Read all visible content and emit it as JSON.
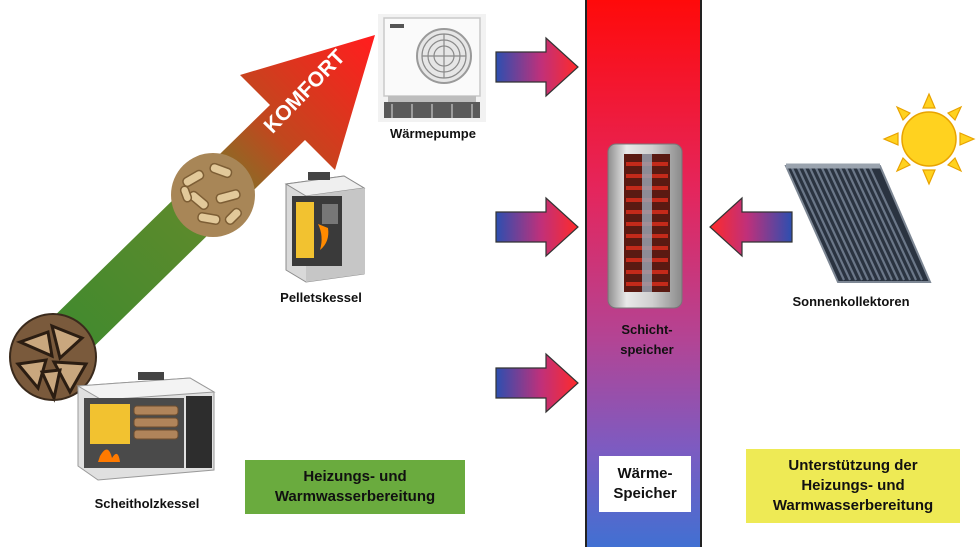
{
  "komfort_label": "KOMFORT",
  "devices": {
    "waermepumpe": "Wärmepumpe",
    "pelletskessel": "Pelletskessel",
    "scheitholzkessel": "Scheitholzkessel",
    "sonnenkollektoren": "Sonnenkollektoren",
    "schichtspeicher_line1": "Schicht-",
    "schichtspeicher_line2": "speicher"
  },
  "boxes": {
    "heizung_line1": "Heizungs- und",
    "heizung_line2": "Warmwasserbereitung",
    "heizung_color": "#6aab3e",
    "speicher_line1": "Wärme-",
    "speicher_line2": "Speicher",
    "unterstuetzung_line1": "Unterstützung der",
    "unterstuetzung_line2": "Heizungs- und",
    "unterstuetzung_line3": "Warmwasserbereitung",
    "unterstuetzung_color": "#eeea55"
  },
  "colors": {
    "column_top": "#ff0000",
    "column_bottom": "#3f6bd1",
    "arrow_hot": "#ff2a2a",
    "arrow_cold": "#2c4fb0",
    "sun": "#ffd21f"
  },
  "icons": [
    "firewood-icon",
    "pellets-icon",
    "heat-pump-icon",
    "pellet-boiler-icon",
    "log-boiler-icon",
    "buffer-tank-icon",
    "solar-collector-icon",
    "sun-icon"
  ]
}
